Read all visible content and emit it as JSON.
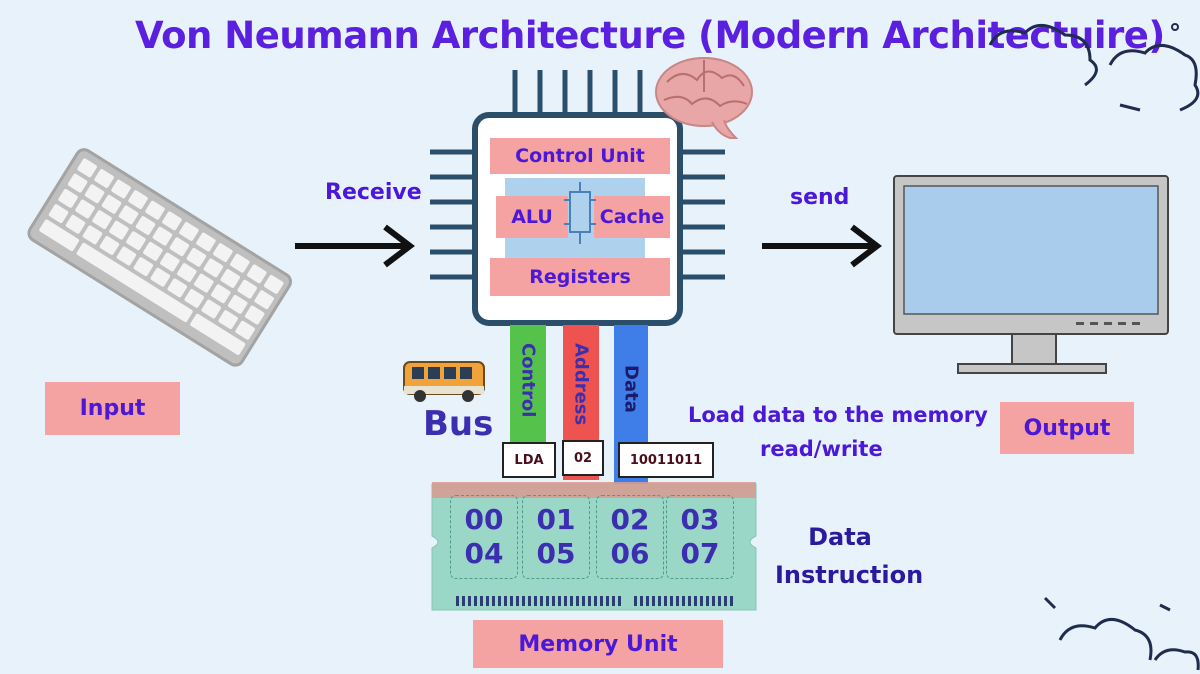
{
  "title": "Von Neumann Architecture (Modern Architectuire)",
  "cpu": {
    "control_unit": "Control Unit",
    "alu": "ALU",
    "cache": "Cache",
    "registers": "Registers"
  },
  "input": {
    "label": "Input"
  },
  "output": {
    "label": "Output"
  },
  "arrows": {
    "receive": "Receive",
    "send": "send"
  },
  "bus": {
    "label": "Bus",
    "lines": [
      "Control",
      "Address",
      "Data"
    ],
    "tags": [
      "LDA",
      "02",
      "10011011"
    ]
  },
  "memory": {
    "load_text_1": "Load data to the memory",
    "load_text_2": "read/write",
    "slots": [
      [
        "00",
        "04"
      ],
      [
        "01",
        "05"
      ],
      [
        "02",
        "06"
      ],
      [
        "03",
        "07"
      ]
    ],
    "legend_1": "Data",
    "legend_2": "Instruction",
    "label": "Memory Unit"
  },
  "colors": {
    "accent_violet": "#5b1fe0",
    "box_pink": "#f4a2a2",
    "chip_border": "#2b4f6b",
    "bus_control": "#55c24b",
    "bus_address": "#ef5350",
    "bus_data": "#3f7ee8",
    "memory_green": "#9ad7c7"
  },
  "icons": [
    "keyboard-icon",
    "monitor-icon",
    "brain-icon",
    "bus-vehicle-icon",
    "cloud-icon",
    "circuit-icon"
  ]
}
